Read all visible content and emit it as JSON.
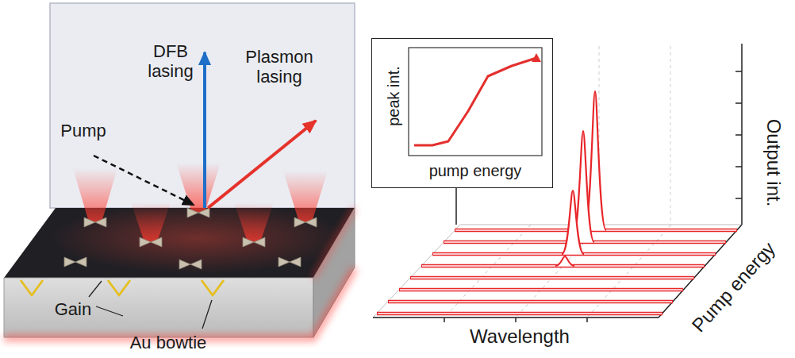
{
  "diagram": {
    "nodes": [
      {
        "text": [
          "peak int.",
          "pump energy"
        ]
      }
    ],
    "labels": [
      "DFB lasing",
      "Pump",
      "Plasmon lasing",
      "Gain",
      "Au bowtie",
      "Wavelength",
      "Pump energy",
      "Output int."
    ]
  }
}
